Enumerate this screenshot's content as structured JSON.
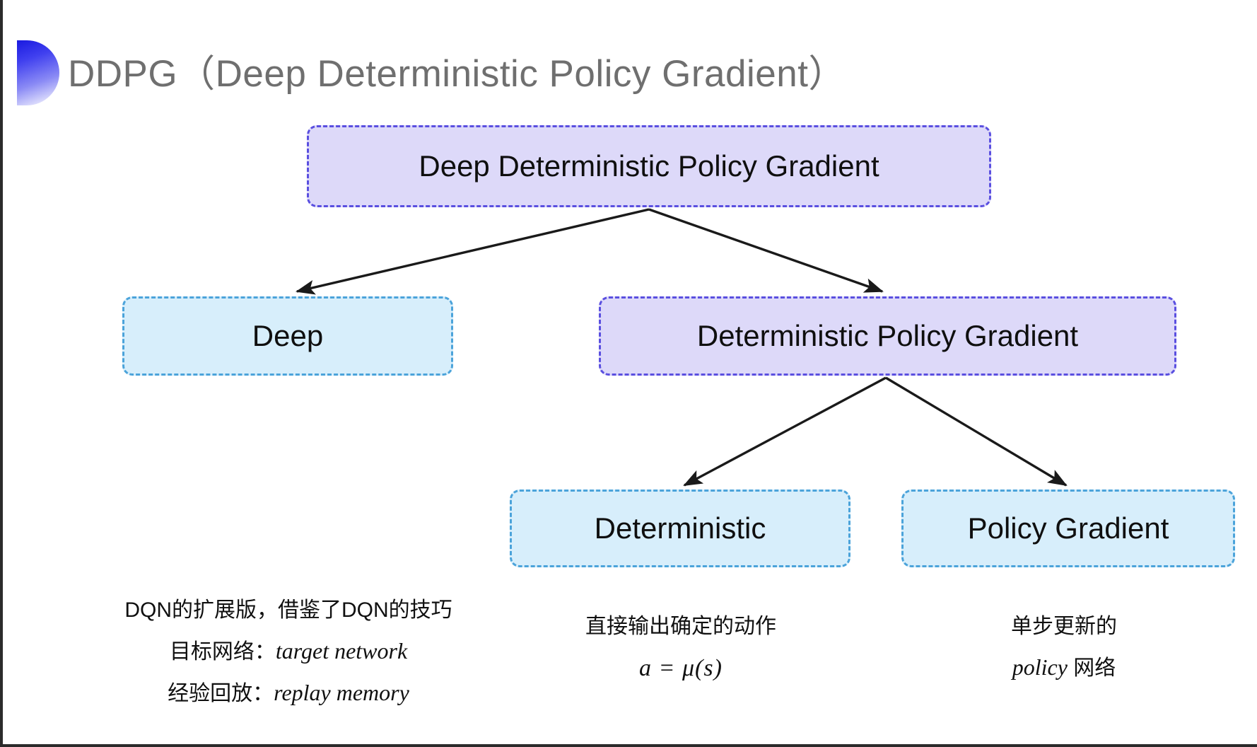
{
  "slide": {
    "title": "DDPG（Deep Deterministic Policy Gradient）",
    "background_color": "#ffffff",
    "accent_color": "#2b2bea"
  },
  "palette": {
    "purple_fill": "#ddd9f9",
    "purple_border": "#5a4fe0",
    "blue_fill": "#d7eefb",
    "blue_border": "#4ba3da",
    "arrow_color": "#1a1a1a",
    "title_color": "#6f6f6f",
    "body_text_color": "#101010"
  },
  "diagram": {
    "type": "tree",
    "nodes": [
      {
        "id": "root",
        "label": "Deep Deterministic Policy Gradient",
        "style": "purple",
        "level": 0
      },
      {
        "id": "deep",
        "label": "Deep",
        "style": "blue",
        "level": 1
      },
      {
        "id": "dpg",
        "label": "Deterministic Policy Gradient",
        "style": "purple",
        "level": 1
      },
      {
        "id": "deterministic",
        "label": "Deterministic",
        "style": "blue",
        "level": 2
      },
      {
        "id": "policy_gradient",
        "label": "Policy Gradient",
        "style": "blue",
        "level": 2
      }
    ],
    "edges": [
      {
        "from": "root",
        "to": "deep"
      },
      {
        "from": "root",
        "to": "dpg"
      },
      {
        "from": "dpg",
        "to": "deterministic"
      },
      {
        "from": "dpg",
        "to": "policy_gradient"
      }
    ]
  },
  "captions": {
    "deep": {
      "line1": "DQN的扩展版，借鉴了DQN的技巧",
      "line2_label": "目标网络：",
      "line2_term": "target network",
      "line3_label": "经验回放：",
      "line3_term": "replay memory"
    },
    "deterministic": {
      "line1": "直接输出确定的动作",
      "formula": "a = μ(s)"
    },
    "policy_gradient": {
      "line1": "单步更新的",
      "line2_term": "policy",
      "line2_suffix": " 网络"
    }
  }
}
